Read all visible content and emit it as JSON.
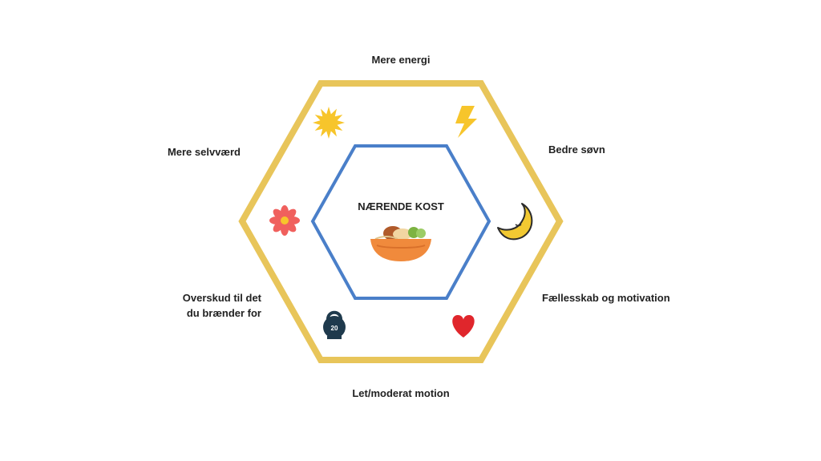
{
  "diagram": {
    "center_title": "NÆRENDE KOST",
    "center_icon": "food-bowl-icon",
    "colors": {
      "outer_hexagon": "#E8C55A",
      "inner_hexagon": "#4A7FC9",
      "sun": "#F7C52B",
      "lightning": "#F7C52B",
      "moon": "#F2C932",
      "heart": "#E0262C",
      "flower": "#F0605D",
      "kettlebell": "#1F3A4D",
      "bowl": "#F08A3C"
    },
    "benefits": [
      {
        "text": "Mere energi",
        "icon": "lightning-icon"
      },
      {
        "text": "Bedre søvn",
        "icon": "moon-icon"
      },
      {
        "text": "Fællesskab og motivation",
        "icon": "heart-icon"
      },
      {
        "text": "Let/moderat motion",
        "icon": "kettlebell-icon"
      },
      {
        "text": "Overskud til det\ndu brænder for",
        "icon": "flower-icon"
      },
      {
        "text": "Mere selvværd",
        "icon": "sun-icon"
      }
    ],
    "kettlebell_weight": "20"
  }
}
